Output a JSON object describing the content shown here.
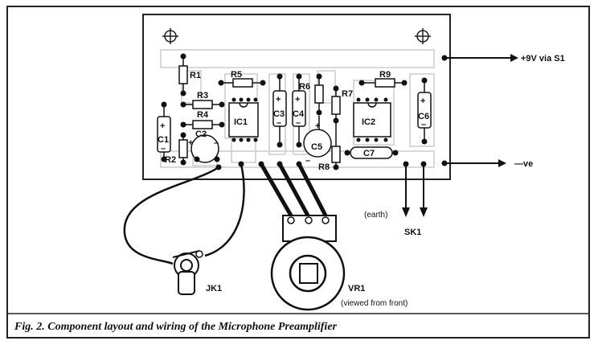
{
  "caption": "Fig. 2. Component layout and wiring of the Microphone Preamplifier",
  "components": {
    "R1": "R1",
    "R2": "R2",
    "R3": "R3",
    "R4": "R4",
    "R5": "R5",
    "R6": "R6",
    "R7": "R7",
    "R8": "R8",
    "R9": "R9",
    "C1": "C1",
    "C2": "C2",
    "C3": "C3",
    "C4": "C4",
    "C5": "C5",
    "C6": "C6",
    "C7": "C7",
    "IC1": "IC1",
    "IC2": "IC2"
  },
  "connections": {
    "plus9v": "+9V via S1",
    "minus_ve": "—ve",
    "earth": "(earth)",
    "sk1": "SK1",
    "jk1": "JK1",
    "vr1": "VR1",
    "vr1_note": "(viewed from front)"
  },
  "polarity": {
    "plus": "+",
    "minus": "–"
  }
}
